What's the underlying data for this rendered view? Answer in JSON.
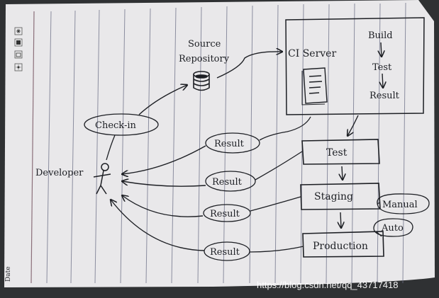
{
  "colors": {
    "paper": "#e9e8ea",
    "ink": "#1d1f24",
    "rule_line": "#6c6f86",
    "margin_line": "#8b6f7a",
    "background": "#2f3133",
    "watermark": "#ffffff"
  },
  "icons": [
    "snowflake-icon",
    "square-icon",
    "card-icon",
    "sun-icon"
  ],
  "side_label": "Date",
  "nodes": {
    "source_repository": {
      "line1": "Source",
      "line2": "Repository",
      "icon": "database-icon"
    },
    "ci_server": {
      "label": "CI Server",
      "icon": "document-icon"
    },
    "ci_steps": [
      "Build",
      "Test",
      "Result"
    ],
    "developer": {
      "label": "Developer",
      "icon": "stick-figure-icon"
    },
    "check_in": "Check-in",
    "results": [
      "Result",
      "Result",
      "Result",
      "Result"
    ],
    "stages": [
      "Test",
      "Staging",
      "Production"
    ],
    "modes": [
      "Manual",
      "Auto"
    ]
  },
  "watermark": "https://blog.csdn.net/qq_43717418"
}
